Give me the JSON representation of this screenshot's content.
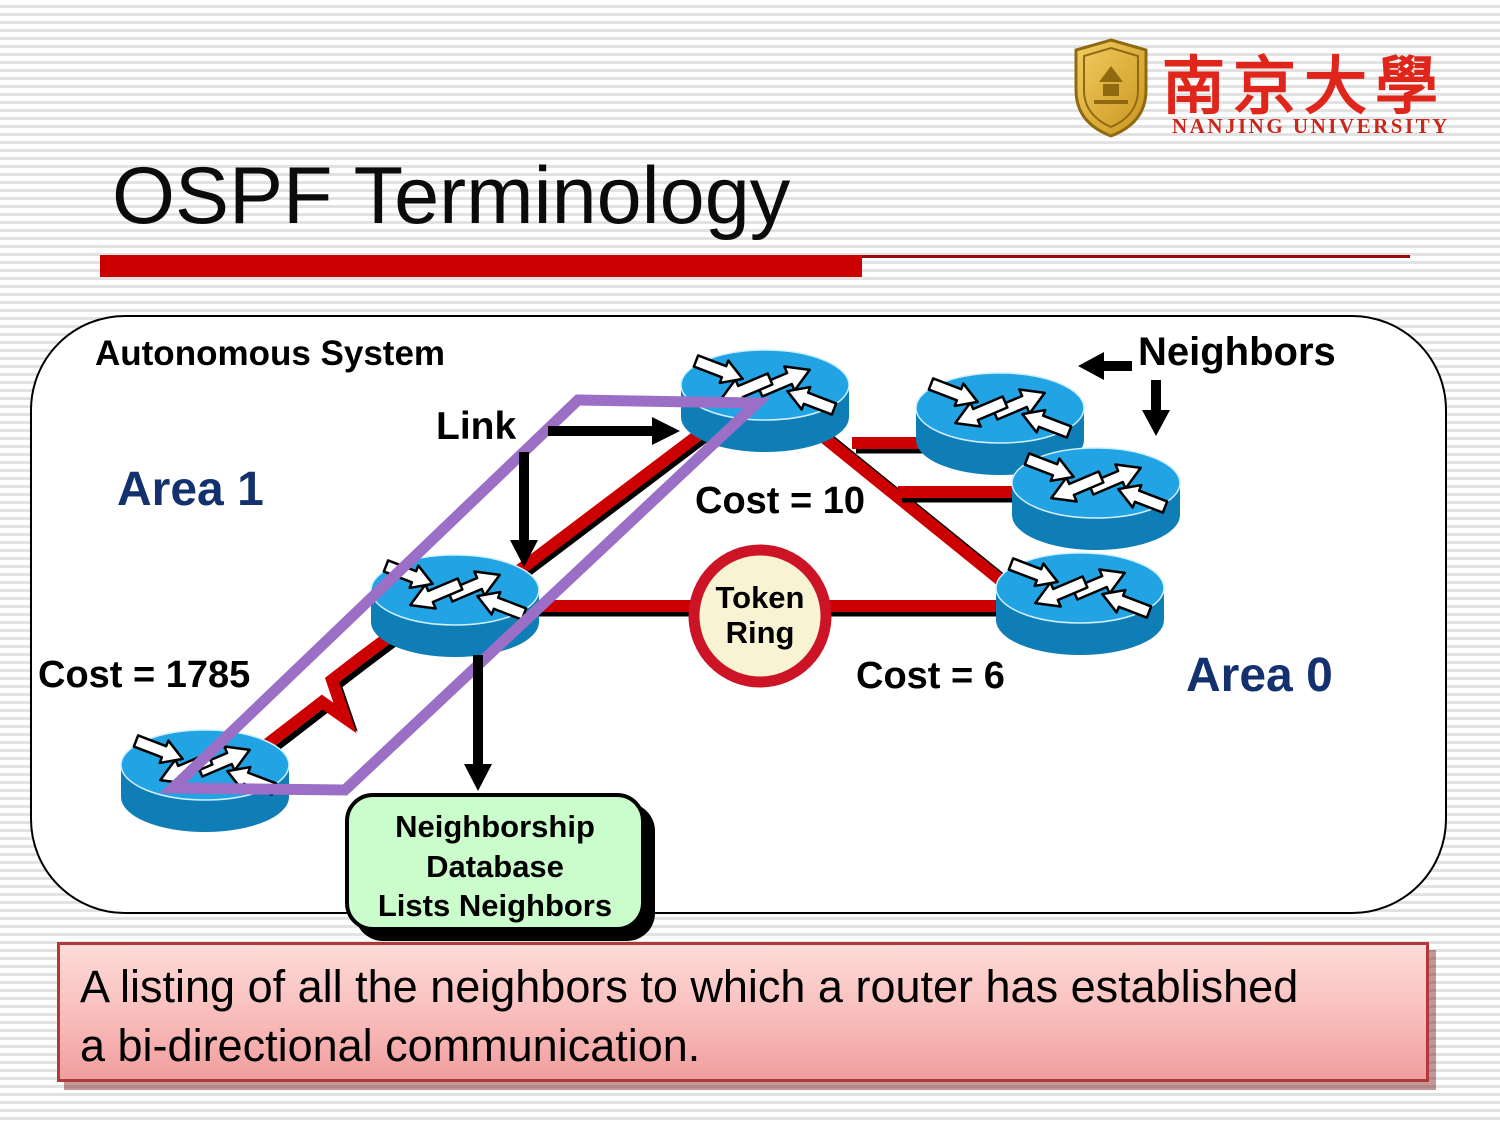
{
  "slide": {
    "title": "OSPF Terminology",
    "logo": {
      "chinese_name": "南京大學",
      "university_name": "NANJING UNIVERSITY"
    }
  },
  "diagram": {
    "autonomous_system": "Autonomous System",
    "neighbors": "Neighbors",
    "link": "Link",
    "area1": "Area 1",
    "area0": "Area 0",
    "cost_backbone": "Cost = 10",
    "cost_serial": "Cost = 1785",
    "cost_token": "Cost = 6",
    "token_ring": {
      "line1": "Token",
      "line2": "Ring"
    },
    "neighborship_box": {
      "line1": "Neighborship",
      "line2": "Database",
      "line3": "Lists Neighbors"
    },
    "routers": [
      "backbone-router",
      "neighbor-router-1",
      "neighbor-router-2",
      "area0-router",
      "area1-border-router",
      "area1-internal-router"
    ]
  },
  "callout": {
    "line1": "A listing of all the neighbors to which a router has established",
    "line2": "a bi-directional communication."
  },
  "colors": {
    "slide_red": "#cc0000",
    "link_red": "#cc0000",
    "annotation_purple": "#9b6fc6",
    "area_navy": "#14316f",
    "router_top_blue": "#22a3e4",
    "router_body_blue": "#0f7db6",
    "token_fill": "#f8f3d2",
    "token_border": "#cd1426",
    "neighborship_green": "#cbfccb",
    "callout_pink_top": "#fddbd8",
    "callout_pink_bottom": "#f09e9e"
  }
}
